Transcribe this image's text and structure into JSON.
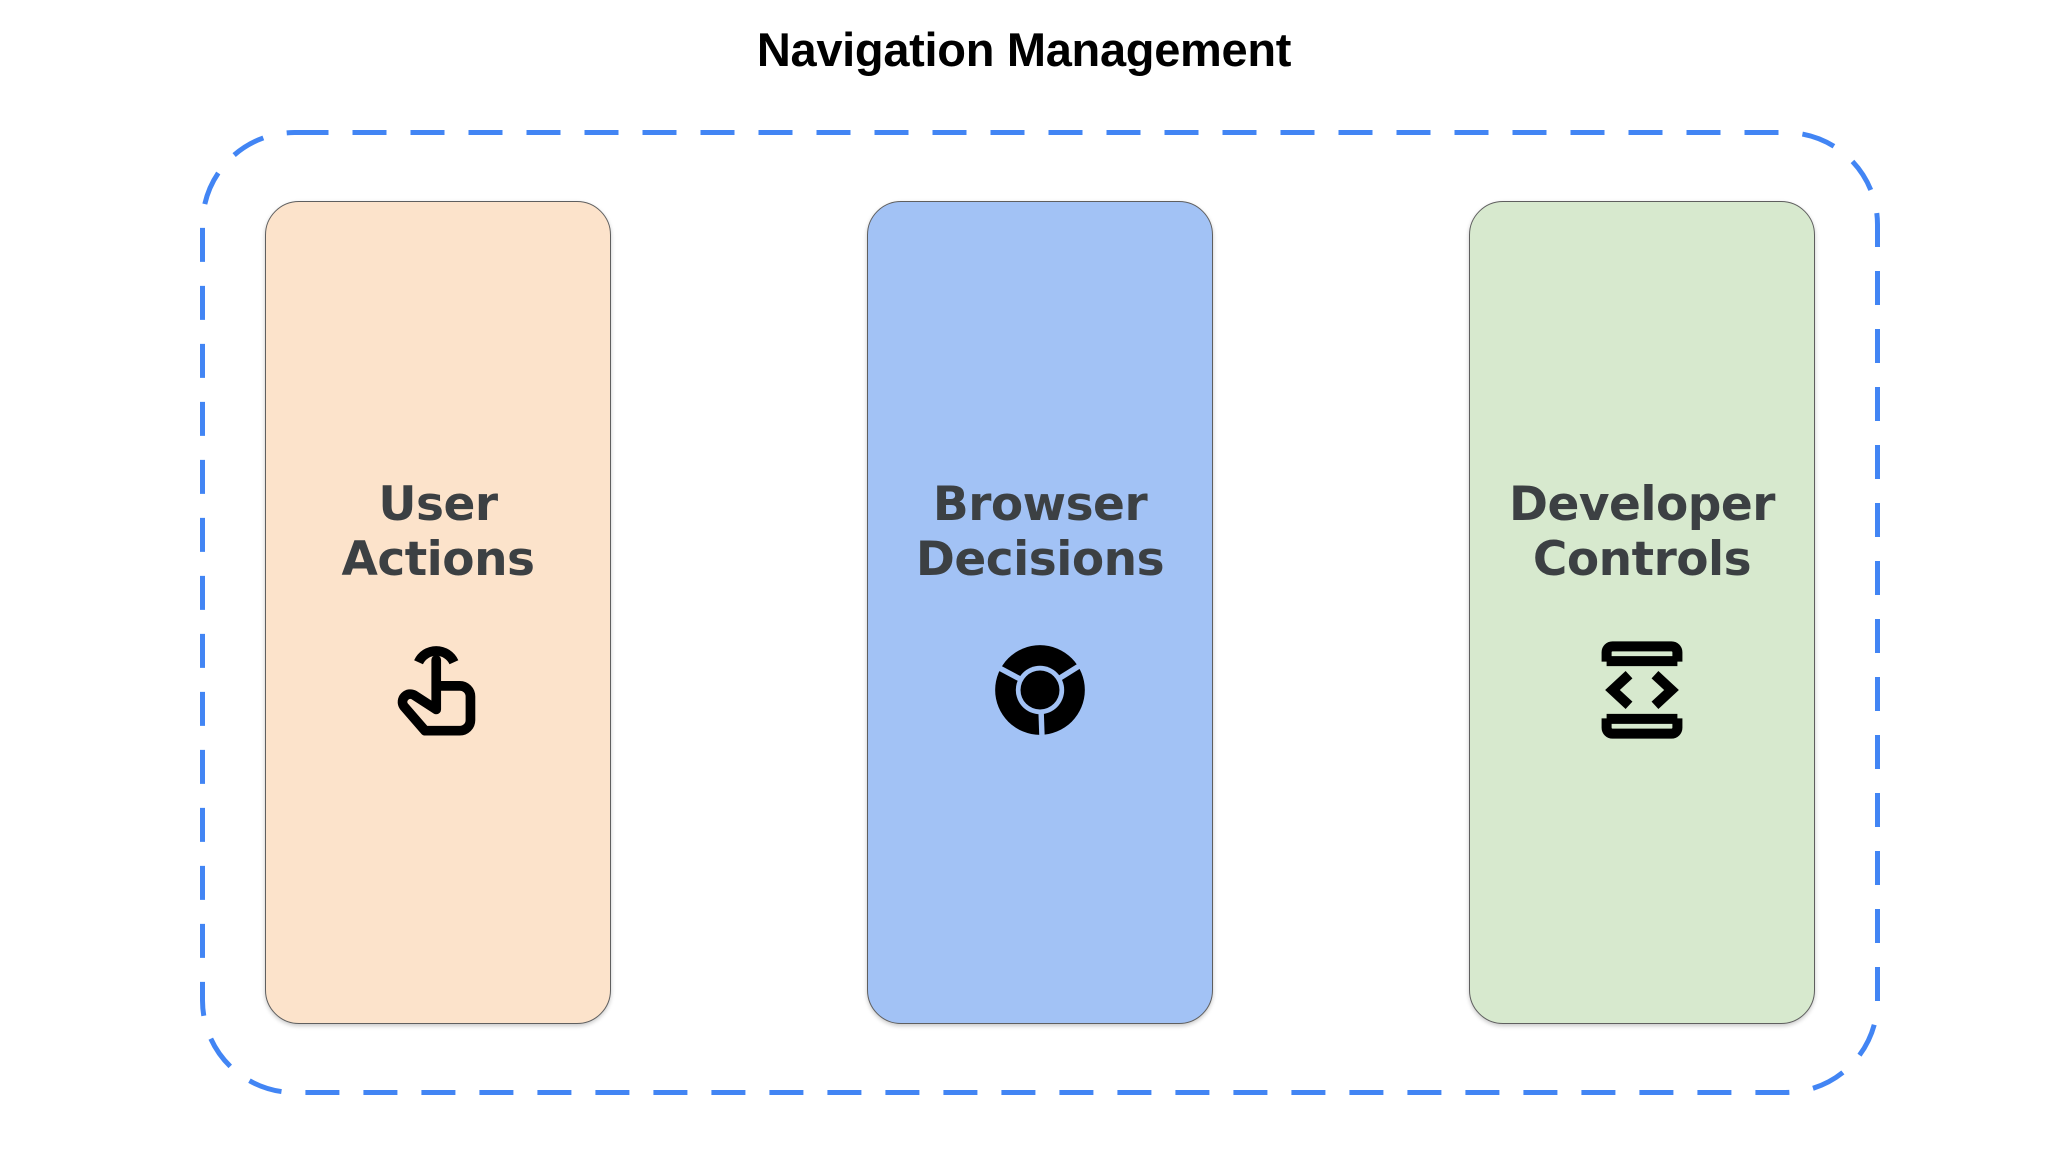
{
  "page": {
    "title": "Navigation Management",
    "background_color": "#ffffff",
    "title_color": "#000000"
  },
  "group_boundary": {
    "name": "navigation-management-group",
    "stroke_color": "#4285f4",
    "stroke_style": "dashed",
    "stroke_width": 5,
    "corner_radius": 92,
    "fill": "none"
  },
  "cards": [
    {
      "id": "user-actions",
      "label": "User\nActions",
      "label_line_1": "User",
      "label_line_2": "Actions",
      "fill_color": "#fce3cb",
      "border_color": "#5f5f5f",
      "text_color": "#3c4043",
      "icon_name": "touch-tap-icon",
      "icon_color": "#000000"
    },
    {
      "id": "browser-decisions",
      "label": "Browser\nDecisions",
      "label_line_1": "Browser",
      "label_line_2": "Decisions",
      "fill_color": "#a2c2f5",
      "border_color": "#5f5f5f",
      "text_color": "#3c4043",
      "icon_name": "chrome-browser-icon",
      "icon_color": "#000000"
    },
    {
      "id": "developer-controls",
      "label": "Developer\nControls",
      "label_line_1": "Developer",
      "label_line_2": "Controls",
      "fill_color": "#d7e9ce",
      "border_color": "#5f5f5f",
      "text_color": "#3c4043",
      "icon_name": "developer-mode-code-icon",
      "icon_color": "#000000"
    }
  ]
}
